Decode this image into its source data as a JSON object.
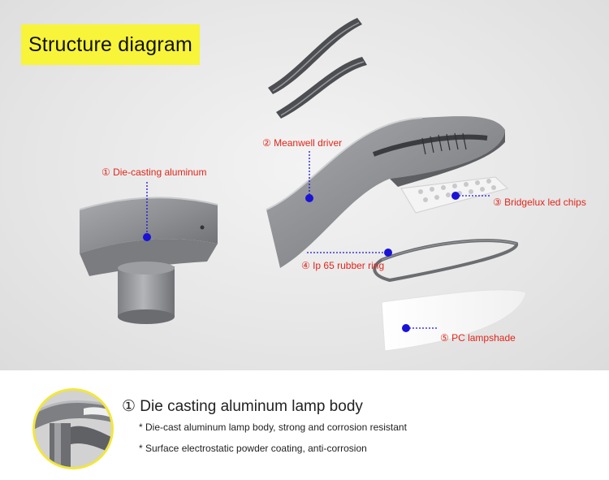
{
  "title": "Structure diagram",
  "labels": {
    "aluminum": "① Die-casting aluminum",
    "driver": "② Meanwell driver",
    "chips": "③ Bridgelux led chips",
    "ring": "④ Ip 65 rubber ring",
    "shade": "⑤ PC lampshade"
  },
  "section": {
    "heading": "① Die casting aluminum lamp body",
    "bullets": [
      "* Die-cast aluminum lamp body, strong and corrosion resistant",
      "* Surface electrostatic powder coating, anti-corrosion"
    ]
  },
  "colors": {
    "title_bg": "#f7f43a",
    "label_text": "#e0261b",
    "marker_dot": "#1a12d6",
    "thumb_ring": "#f2e73a"
  }
}
